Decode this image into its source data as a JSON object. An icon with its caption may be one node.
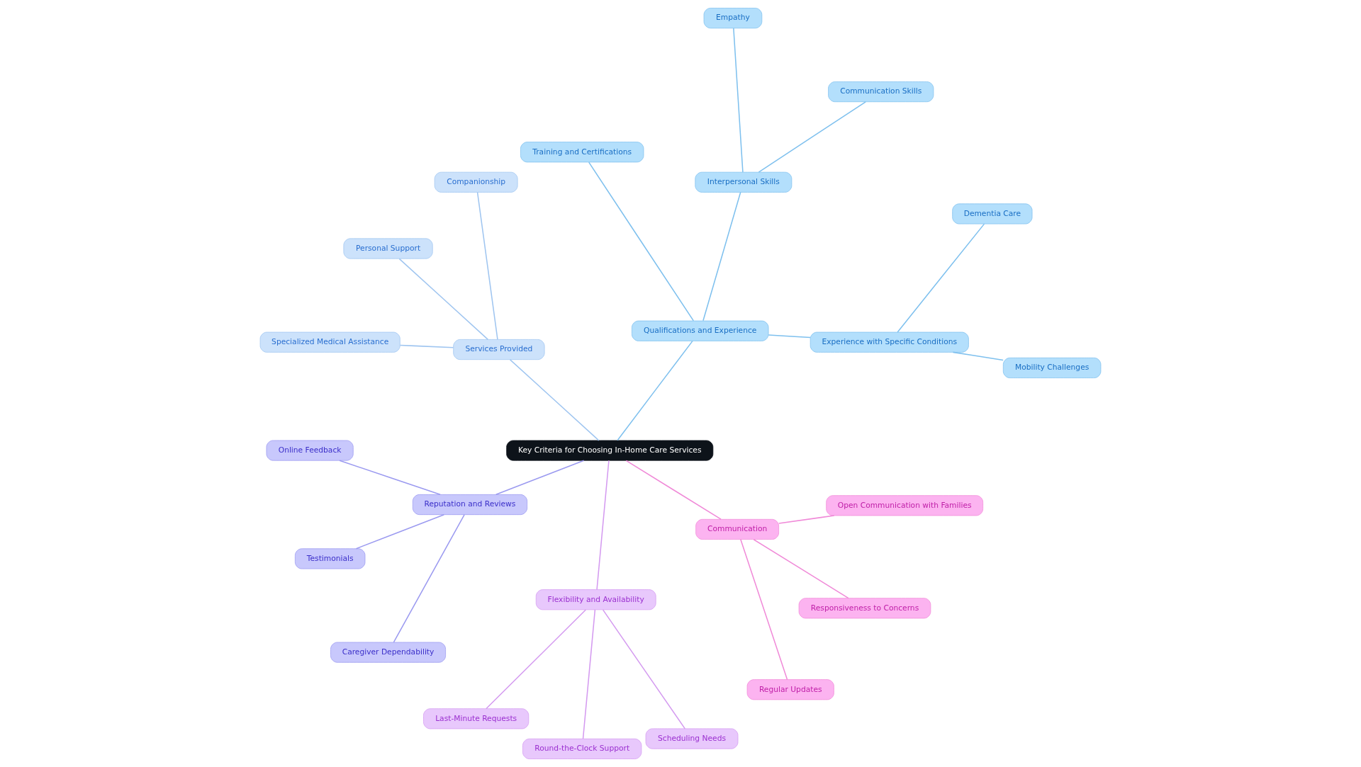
{
  "diagram": {
    "nodes": [
      {
        "text": [
          "Key Criteria for Choosing In-Home Care Services"
        ]
      },
      {
        "text": [
          "Qualifications and Experience"
        ]
      },
      {
        "text": [
          "Experience with Specific Conditions"
        ]
      },
      {
        "text": [
          "Mobility Challenges"
        ]
      },
      {
        "text": [
          "Dementia Care"
        ]
      },
      {
        "text": [
          "Interpersonal Skills"
        ]
      },
      {
        "text": [
          "Communication Skills"
        ]
      },
      {
        "text": [
          "Empathy"
        ]
      },
      {
        "text": [
          "Training and Certifications"
        ]
      },
      {
        "text": [
          "Services Provided"
        ]
      },
      {
        "text": [
          "Companionship"
        ]
      },
      {
        "text": [
          "Personal Support"
        ]
      },
      {
        "text": [
          "Specialized Medical Assistance"
        ]
      },
      {
        "text": [
          "Reputation and Reviews"
        ]
      },
      {
        "text": [
          "Online Feedback"
        ]
      },
      {
        "text": [
          "Testimonials"
        ]
      },
      {
        "text": [
          "Caregiver Dependability"
        ]
      },
      {
        "text": [
          "Flexibility and Availability"
        ]
      },
      {
        "text": [
          "Last-Minute Requests"
        ]
      },
      {
        "text": [
          "Round-the-Clock Support"
        ]
      },
      {
        "text": [
          "Scheduling Needs"
        ]
      },
      {
        "text": [
          "Communication"
        ]
      },
      {
        "text": [
          "Regular Updates"
        ]
      },
      {
        "text": [
          "Responsiveness to Concerns"
        ]
      },
      {
        "text": [
          "Open Communication with Families"
        ]
      }
    ],
    "edges": [
      {
        "from": 0,
        "to": 1,
        "arrow": "none",
        "color": "#7ec0ee"
      },
      {
        "from": 1,
        "to": 2,
        "arrow": "none",
        "color": "#7ec0ee"
      },
      {
        "from": 2,
        "to": 3,
        "arrow": "none",
        "color": "#7ec0ee"
      },
      {
        "from": 2,
        "to": 4,
        "arrow": "none",
        "color": "#7ec0ee"
      },
      {
        "from": 1,
        "to": 5,
        "arrow": "none",
        "color": "#7ec0ee"
      },
      {
        "from": 5,
        "to": 6,
        "arrow": "none",
        "color": "#7ec0ee"
      },
      {
        "from": 5,
        "to": 7,
        "arrow": "none",
        "color": "#7ec0ee"
      },
      {
        "from": 1,
        "to": 8,
        "arrow": "none",
        "color": "#7ec0ee"
      },
      {
        "from": 0,
        "to": 9,
        "arrow": "none",
        "color": "#9fc5f0"
      },
      {
        "from": 9,
        "to": 10,
        "arrow": "none",
        "color": "#9fc5f0"
      },
      {
        "from": 9,
        "to": 11,
        "arrow": "none",
        "color": "#9fc5f0"
      },
      {
        "from": 9,
        "to": 12,
        "arrow": "none",
        "color": "#9fc5f0"
      },
      {
        "from": 0,
        "to": 13,
        "arrow": "none",
        "color": "#9b9af0"
      },
      {
        "from": 13,
        "to": 14,
        "arrow": "none",
        "color": "#9b9af0"
      },
      {
        "from": 13,
        "to": 15,
        "arrow": "none",
        "color": "#9b9af0"
      },
      {
        "from": 13,
        "to": 16,
        "arrow": "none",
        "color": "#9b9af0"
      },
      {
        "from": 0,
        "to": 17,
        "arrow": "none",
        "color": "#d49af0"
      },
      {
        "from": 17,
        "to": 18,
        "arrow": "none",
        "color": "#d49af0"
      },
      {
        "from": 17,
        "to": 19,
        "arrow": "none",
        "color": "#d49af0"
      },
      {
        "from": 17,
        "to": 20,
        "arrow": "none",
        "color": "#d49af0"
      },
      {
        "from": 0,
        "to": 21,
        "arrow": "none",
        "color": "#f08ad8"
      },
      {
        "from": 21,
        "to": 22,
        "arrow": "none",
        "color": "#f08ad8"
      },
      {
        "from": 21,
        "to": 23,
        "arrow": "none",
        "color": "#f08ad8"
      },
      {
        "from": 21,
        "to": 24,
        "arrow": "none",
        "color": "#f08ad8"
      }
    ]
  }
}
